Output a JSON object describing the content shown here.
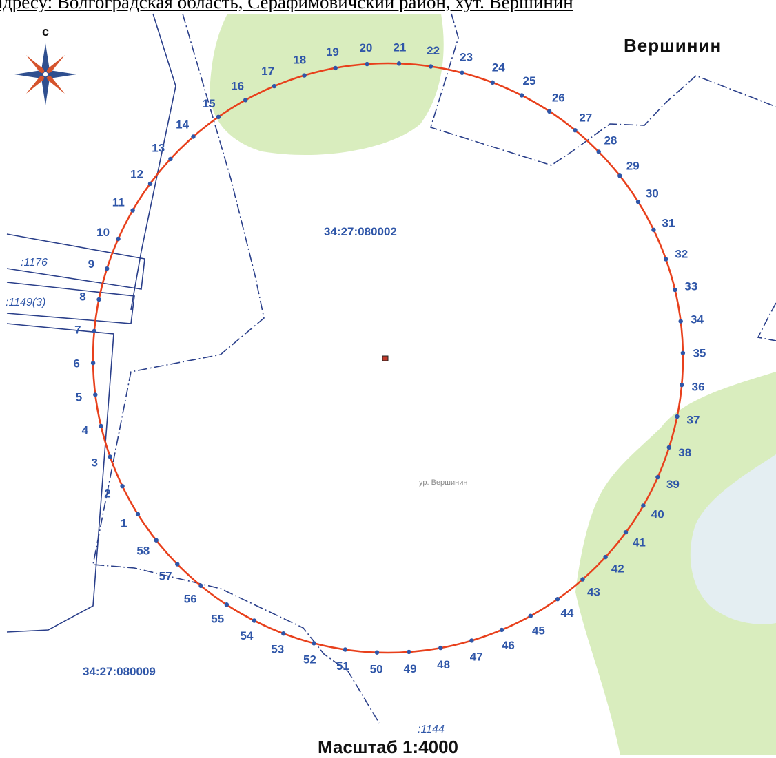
{
  "header": {
    "text": "адресу: Волгоградская область, Серафимовичский район, хут. Вершинин"
  },
  "compass": {
    "north_label": "с"
  },
  "settlement_label": "Вершинин",
  "cadastral_blocks": [
    {
      "id": "block-080002",
      "label": "34:27:080002"
    },
    {
      "id": "block-080009",
      "label": "34:27:080009"
    }
  ],
  "parcels": [
    {
      "id": "parcel-1176",
      "label": ":1176"
    },
    {
      "id": "parcel-1149",
      "label": ":1149(3)"
    },
    {
      "id": "parcel-1144",
      "label": ":1144"
    }
  ],
  "locality_label": "ур. Вершинин",
  "boundary_points": [
    "1",
    "2",
    "3",
    "4",
    "5",
    "6",
    "7",
    "8",
    "9",
    "10",
    "11",
    "12",
    "13",
    "14",
    "15",
    "16",
    "17",
    "18",
    "19",
    "20",
    "21",
    "22",
    "23",
    "24",
    "25",
    "26",
    "27",
    "28",
    "29",
    "30",
    "31",
    "32",
    "33",
    "34",
    "35",
    "36",
    "37",
    "38",
    "39",
    "40",
    "41",
    "42",
    "43",
    "44",
    "45",
    "46",
    "47",
    "48",
    "49",
    "50",
    "51",
    "52",
    "53",
    "54",
    "55",
    "56",
    "57",
    "58"
  ],
  "scale": {
    "text": "Масштаб 1:4000"
  },
  "colors": {
    "boundary": "#e8401c",
    "points": "#2f56a8",
    "labels": "#2f56a8",
    "green_area": "#d9edbe",
    "water": "#e4eef2",
    "lines": "#2a3f8a"
  }
}
